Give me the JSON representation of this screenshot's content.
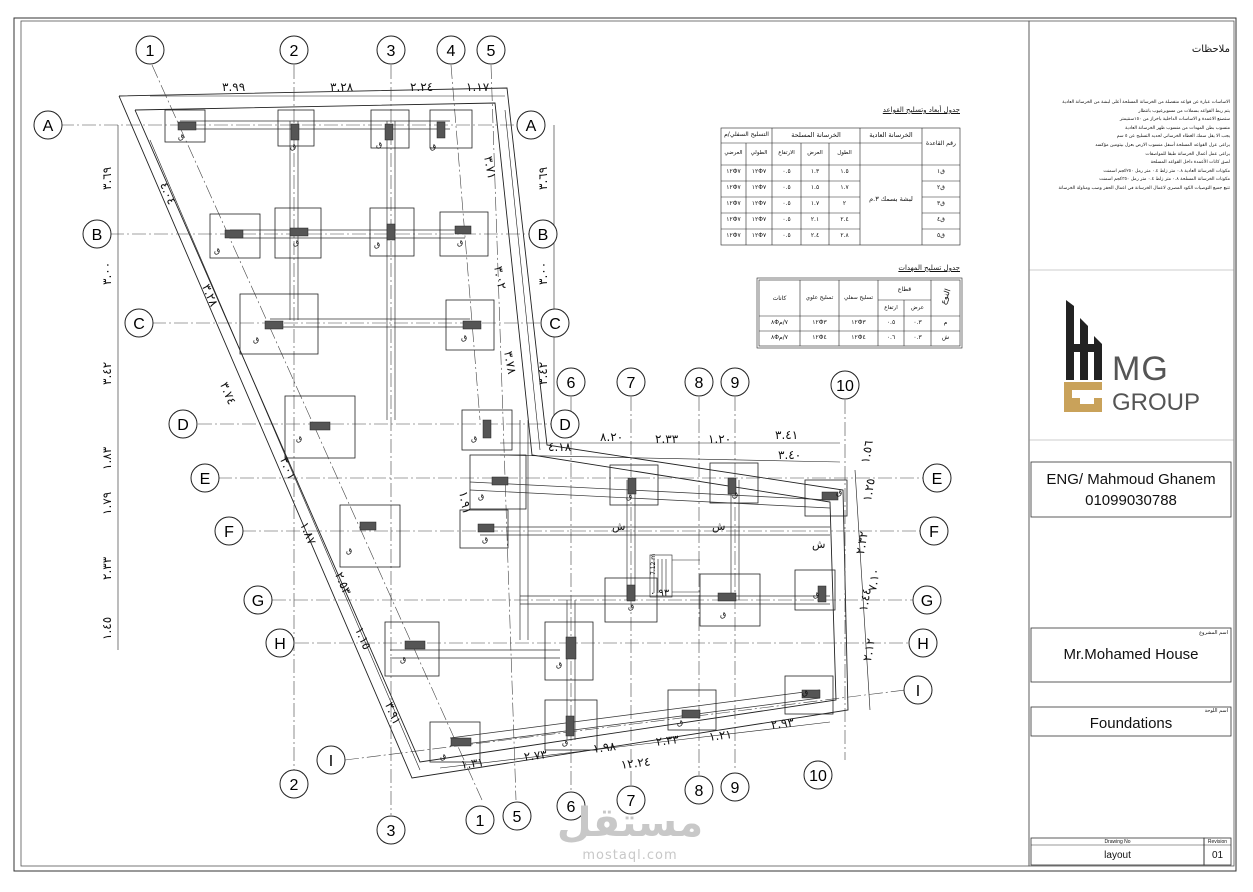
{
  "sheet": {
    "notes_title": "ملاحظات",
    "notes": [
      "الاساسات عبارة عن قواعد منفصلة من الخرسانة المسلحة أعلى لبشة من الخرسانة العادية",
      "يتم ربط القواعد بسملات من مسوبرعيوب بانتظار",
      "ستصنع الاعمدة و الاساسات الداخلية باخراز من ١٥٠سنتيمتر",
      "منسوب بطن المهدات من منسوب ظهر الخرسانة العادية",
      "يجب الا يقل سمك الغطاء الخرساني لحديد التسليح عن ٥ سم",
      "يراعى عزل القواعد المسلحة أسفل منسوب الارض بعزل بيتومين مؤكسد",
      "يراعى عمل أعمال الخرسانة طبقا للمواصفات",
      "لصق كانات الأعمدة داخل القواعد المسلحة",
      "مكونات الخرسانة العادية ٠.٨ متر زلط ٠.٤ متر رمل ٢٥٠كجم اسمنت",
      "مكونات الخرسانة المسلحة ٠.٨ متر زلط ٠.٤ متر رمل ٣٥٠كجم اسمنت",
      "تتبع جميع التوصيات الكود المصري لاعمال الخرسانة في اعمال الحفر وصب ومناولة الخرسانة"
    ],
    "logo_text_1": "MG",
    "logo_text_2": "GROUP",
    "engineer_name": "ENG/ Mahmoud Ghanem",
    "engineer_phone": "01099030788",
    "project_label": "اسم المشروع",
    "project_name": "Mr.Mohamed House",
    "drawing_label": "اسم اللوحة",
    "drawing_name": "Foundations",
    "drawing_no_label": "Drawing No",
    "drawing_no_value": "layout",
    "revision_label": "Revision",
    "revision_value": "01",
    "watermark_ar": "مستقل",
    "watermark_en": "mostaql.com"
  },
  "footing_table": {
    "title": "جدول أبعاد وتسليح القواعد",
    "header_id": "رقم القاعدة",
    "header_plain": "الخرسانة العادية",
    "header_rc": "الخرسانة المسلحة",
    "header_steel": "التسليح السفلي/م",
    "sub_headers": [
      "الطول",
      "العرض",
      "الارتفاع",
      "الطولي",
      "العرضي"
    ],
    "plain_merged": "لبشة بسمك ٣.م",
    "rows": [
      {
        "id": "ق١",
        "length": "١.٥",
        "width": "١.٣",
        "height": "٠.٥",
        "long_steel": "١٢Φ٧",
        "short_steel": "١٢Φ٧"
      },
      {
        "id": "ق٢",
        "length": "١.٧",
        "width": "١.٥",
        "height": "٠.٥",
        "long_steel": "١٢Φ٧",
        "short_steel": "١٢Φ٧"
      },
      {
        "id": "ق٣",
        "length": "٢",
        "width": "١.٧",
        "height": "٠.٥",
        "long_steel": "١٢Φ٧",
        "short_steel": "١٢Φ٧"
      },
      {
        "id": "ق٤",
        "length": "٢.٤",
        "width": "٢.١",
        "height": "٠.٥",
        "long_steel": "١٢Φ٧",
        "short_steel": "١٢Φ٧"
      },
      {
        "id": "ق٥",
        "length": "٢.٨",
        "width": "٢.٤",
        "height": "٠.٥",
        "long_steel": "١٢Φ٧",
        "short_steel": "١٢Φ٧"
      }
    ]
  },
  "beam_table": {
    "title": "جدول تسليح المهدات",
    "header_type": "النوع",
    "header_section": "قطاع",
    "header_width": "عرض",
    "header_height": "ارتفاع",
    "header_bottom": "تسليح سفلي",
    "header_top": "تسليح علوي",
    "header_stirrups": "كانات",
    "rows": [
      {
        "type": "م",
        "width": "٠.٣",
        "height": "٠.٥",
        "bottom": "١٢Φ٣",
        "top": "١٢Φ٣",
        "stirrups": "٨Φ٧/م"
      },
      {
        "type": "ش",
        "width": "٠.٣",
        "height": "٠.٦",
        "bottom": "١٢Φ٤",
        "top": "١٢Φ٤",
        "stirrups": "٨Φ٧/م"
      }
    ]
  },
  "plan": {
    "grid_top_labels": [
      "1",
      "2",
      "3",
      "4",
      "5"
    ],
    "grid_bottom_labels": [
      "1",
      "2",
      "3",
      "5"
    ],
    "grid_mid_labels": [
      "6",
      "7",
      "8",
      "9",
      "10"
    ],
    "grid_mid_bottom_labels": [
      "6",
      "7",
      "8",
      "9",
      "10"
    ],
    "grid_row_labels": [
      "A",
      "B",
      "C",
      "D",
      "E",
      "F",
      "G",
      "H",
      "I"
    ],
    "footing_tag": "ق",
    "beam_tag": "ش",
    "top_dims": [
      "٣.٩٩",
      "٣.٢٨",
      "٢.٢٤",
      "١.١٧"
    ],
    "left_dims": [
      "٣.٦٩",
      "٣.٠٠",
      "٣.٤٢",
      "١.٨٣",
      "١.٧٩",
      "٢.٣٣",
      "١.٤٥"
    ],
    "right_dims": [
      "٣.٦٩",
      "٣.٠٠",
      "٣.٤٢"
    ],
    "slant_dims": [
      "٤.٠٤",
      "٣.٢٨",
      "٣.٧٤",
      "٣.٠١",
      "١.٨٧",
      "٢.٥٣",
      "١.١٥",
      "٣.٩١"
    ],
    "right_slant_dims": [
      "٣.٧١",
      "٣.٠٢",
      "٣.٧٨",
      "١.٩١"
    ],
    "mid_dims_top": [
      "٨.٢٠",
      "٢.٣٣",
      "١.٢٠",
      "٣.٤١"
    ],
    "mid_dims_second": [
      "٣.٤٠",
      "٤.١٨"
    ],
    "bottom_dims": [
      "١.٣١",
      "٢.٧٣",
      "١.٩٨",
      "٢.٣٣",
      "١.٢١",
      "٢.٩٣"
    ],
    "bottom_total": "١٢.٢٤",
    "right_side_dims": [
      "١.٥٦",
      "١.٢٥",
      "٢.٣٢",
      "١.٤٤",
      "٢.١٢",
      "٧.١٠"
    ],
    "stair_dim": "7.12 m",
    "stair_small": "٠.٩٣"
  }
}
